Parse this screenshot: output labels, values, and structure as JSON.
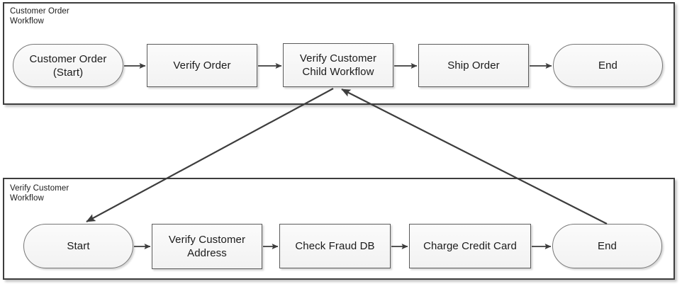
{
  "diagram": {
    "title_present": false,
    "colors": {
      "lane_border": "#3d3d3d",
      "node_border": "#5a5a5a",
      "terminator_border": "#777777",
      "node_fill_top": "#fbfbfb",
      "node_fill_bottom": "#f2f2f2",
      "arrow": "#3d3d3d",
      "text": "#1a1a1a",
      "background": "#ffffff"
    },
    "lanes": [
      {
        "id": "customer-order-workflow",
        "label": "Customer Order\nWorkflow",
        "nodes": [
          {
            "id": "customer-order-start",
            "label": "Customer Order\n(Start)",
            "shape": "terminator"
          },
          {
            "id": "verify-order",
            "label": "Verify Order",
            "shape": "process"
          },
          {
            "id": "verify-customer-child-workflow",
            "label": "Verify Customer\nChild Workflow",
            "shape": "process"
          },
          {
            "id": "ship-order",
            "label": "Ship Order",
            "shape": "process"
          },
          {
            "id": "customer-order-end",
            "label": "End",
            "shape": "terminator"
          }
        ]
      },
      {
        "id": "verify-customer-workflow",
        "label": "Verify Customer\nWorkflow",
        "nodes": [
          {
            "id": "verify-customer-start",
            "label": "Start",
            "shape": "terminator"
          },
          {
            "id": "verify-customer-address",
            "label": "Verify Customer\nAddress",
            "shape": "process"
          },
          {
            "id": "check-fraud-db",
            "label": "Check Fraud DB",
            "shape": "process"
          },
          {
            "id": "charge-credit-card",
            "label": "Charge Credit Card",
            "shape": "process"
          },
          {
            "id": "verify-customer-end",
            "label": "End",
            "shape": "terminator"
          }
        ]
      }
    ],
    "connectors": [
      {
        "id": "conn-start-to-verify-order",
        "from": "customer-order-start",
        "to": "verify-order",
        "style": "straight-arrow"
      },
      {
        "id": "conn-verify-order-to-child",
        "from": "verify-order",
        "to": "verify-customer-child-workflow",
        "style": "straight-arrow"
      },
      {
        "id": "conn-child-to-ship-order",
        "from": "verify-customer-child-workflow",
        "to": "ship-order",
        "style": "straight-arrow"
      },
      {
        "id": "conn-ship-order-to-end",
        "from": "ship-order",
        "to": "customer-order-end",
        "style": "straight-arrow"
      },
      {
        "id": "conn-child-invoke-sub-start",
        "from": "verify-customer-child-workflow",
        "to": "verify-customer-start",
        "style": "diagonal-arrow"
      },
      {
        "id": "conn-sub-end-return-child",
        "from": "verify-customer-end",
        "to": "verify-customer-child-workflow",
        "style": "diagonal-arrow"
      },
      {
        "id": "conn-sub-start-to-address",
        "from": "verify-customer-start",
        "to": "verify-customer-address",
        "style": "straight-arrow"
      },
      {
        "id": "conn-address-to-fraud",
        "from": "verify-customer-address",
        "to": "check-fraud-db",
        "style": "straight-arrow"
      },
      {
        "id": "conn-fraud-to-charge",
        "from": "check-fraud-db",
        "to": "charge-credit-card",
        "style": "straight-arrow"
      },
      {
        "id": "conn-charge-to-end",
        "from": "charge-credit-card",
        "to": "verify-customer-end",
        "style": "straight-arrow"
      }
    ]
  }
}
